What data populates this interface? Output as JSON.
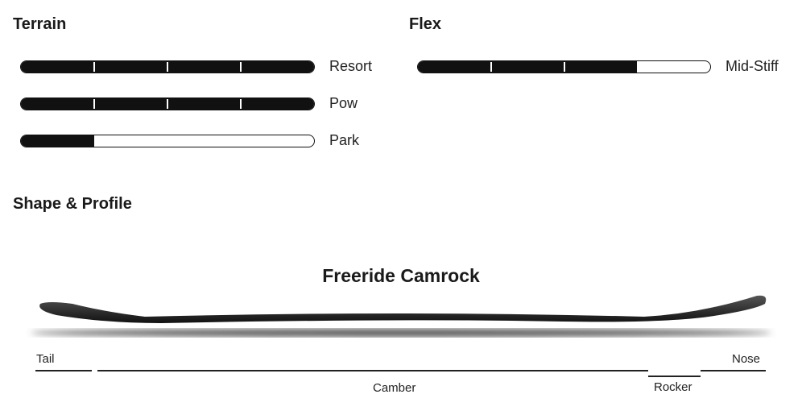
{
  "terrain": {
    "title": "Terrain",
    "items": [
      {
        "label": "Resort",
        "level": 1.0
      },
      {
        "label": "Pow",
        "level": 1.0
      },
      {
        "label": "Park",
        "level": 0.25
      }
    ]
  },
  "flex": {
    "title": "Flex",
    "label": "Mid-Stiff",
    "level": 0.75
  },
  "shape": {
    "title": "Shape & Profile",
    "profile_name": "Freeride Camrock",
    "segments": {
      "tail": "Tail",
      "camber": "Camber",
      "rocker": "Rocker",
      "nose": "Nose"
    }
  }
}
